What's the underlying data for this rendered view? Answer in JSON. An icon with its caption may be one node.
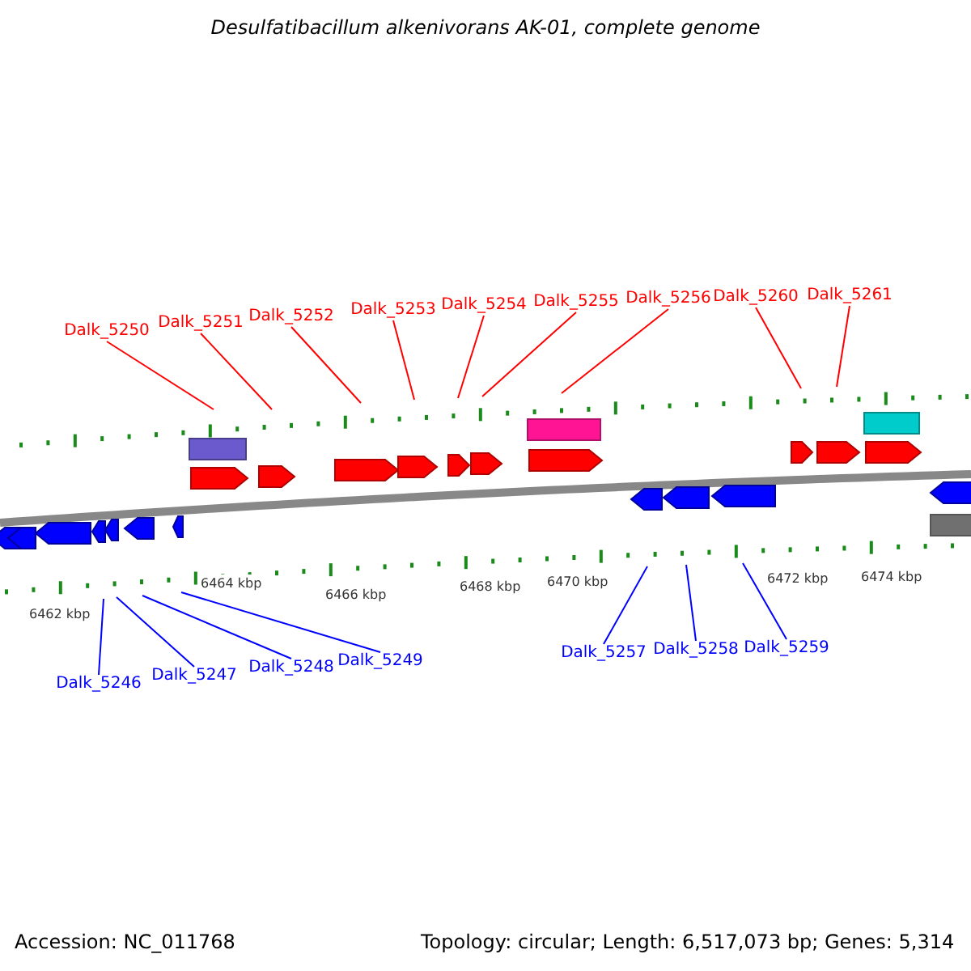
{
  "diagram": {
    "title": "Desulfatibacillum alkenivorans AK-01, complete genome",
    "nodes": [
      {
        "text": [
          "Dalk_5250"
        ]
      },
      {
        "text": [
          "Dalk_5251"
        ]
      },
      {
        "text": [
          "Dalk_5252"
        ]
      },
      {
        "text": [
          "Dalk_5253"
        ]
      },
      {
        "text": [
          "Dalk_5254"
        ]
      },
      {
        "text": [
          "Dalk_5255"
        ]
      },
      {
        "text": [
          "Dalk_5256"
        ]
      },
      {
        "text": [
          "Dalk_5260"
        ]
      },
      {
        "text": [
          "Dalk_5261"
        ]
      },
      {
        "text": [
          "Dalk_5246"
        ]
      },
      {
        "text": [
          "Dalk_5247"
        ]
      },
      {
        "text": [
          "Dalk_5248"
        ]
      },
      {
        "text": [
          "Dalk_5249"
        ]
      },
      {
        "text": [
          "Dalk_5257"
        ]
      },
      {
        "text": [
          "Dalk_5258"
        ]
      },
      {
        "text": [
          "Dalk_5259"
        ]
      }
    ],
    "edges": [
      {
        "from": 0,
        "to": null,
        "arrow": "none"
      },
      {
        "from": 1,
        "to": null,
        "arrow": "none"
      },
      {
        "from": 2,
        "to": null,
        "arrow": "none"
      },
      {
        "from": 3,
        "to": null,
        "arrow": "none"
      },
      {
        "from": 4,
        "to": null,
        "arrow": "none"
      },
      {
        "from": 5,
        "to": null,
        "arrow": "none"
      },
      {
        "from": 6,
        "to": null,
        "arrow": "none"
      },
      {
        "from": 7,
        "to": null,
        "arrow": "none"
      },
      {
        "from": 8,
        "to": null,
        "arrow": "none"
      },
      {
        "from": 9,
        "to": null,
        "arrow": "none",
        "color": "#0000ff"
      },
      {
        "from": 10,
        "to": null,
        "arrow": "none",
        "color": "#0000ff"
      },
      {
        "from": 11,
        "to": null,
        "arrow": "none",
        "color": "#0000ff"
      },
      {
        "from": 12,
        "to": null,
        "arrow": "none",
        "color": "#0000ff"
      },
      {
        "from": 13,
        "to": null,
        "arrow": "none",
        "color": "#0000ff"
      },
      {
        "from": 14,
        "to": null,
        "arrow": "none",
        "color": "#0000ff"
      },
      {
        "from": 15,
        "to": null,
        "arrow": "none",
        "color": "#0000ff"
      }
    ],
    "labels": [
      "6462 kbp",
      "6464 kbp",
      "6466 kbp",
      "6468 kbp",
      "6470 kbp",
      "6472 kbp",
      "6474 kbp",
      "Accession: NC_011768",
      "Topology: circular; Length: 6,517,073 bp; Genes: 5,314"
    ]
  }
}
